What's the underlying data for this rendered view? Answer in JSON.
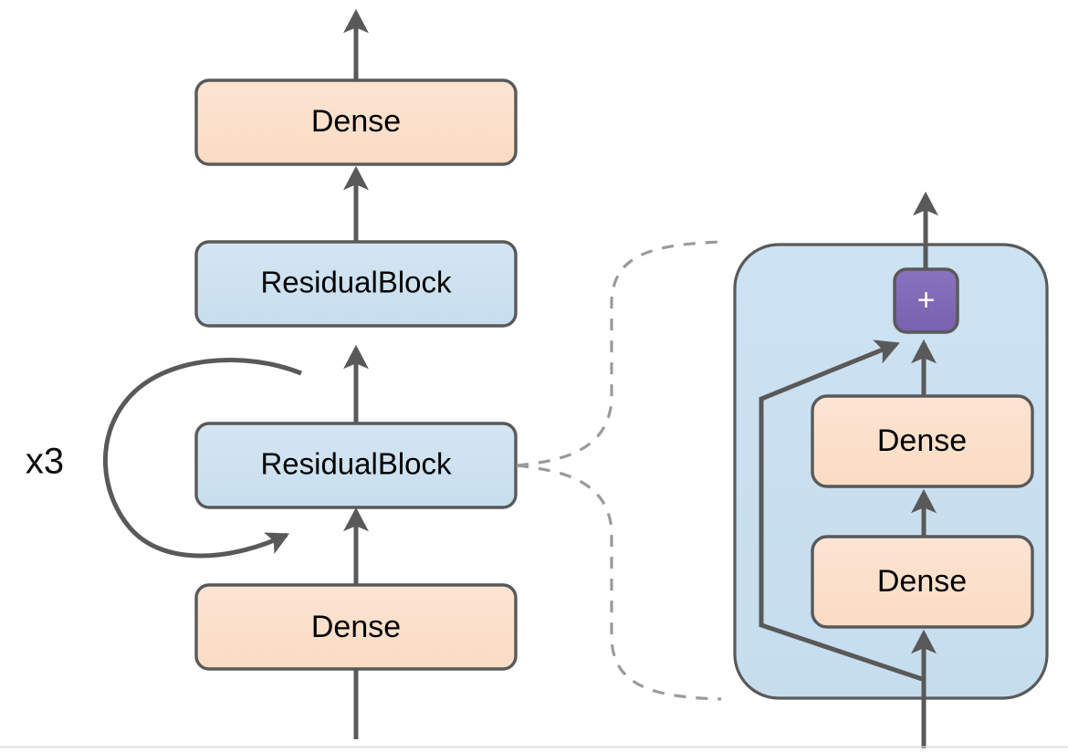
{
  "diagram": {
    "title": "Residual MLP architecture diagram",
    "colors": {
      "dense_fill": "#FBE0CC",
      "residual_fill": "#CFE2F0",
      "panel_fill": "#CAE0F0",
      "add_fill": "#8069B8",
      "stroke": "#595959",
      "dashed": "#9b9b9b",
      "background": "#FFFFFF",
      "text": "#000000",
      "add_text": "#FFFFFF"
    },
    "main_stack": {
      "name": "main-network-stack",
      "nodes": [
        {
          "id": "dense-top",
          "label": "Dense",
          "type": "dense"
        },
        {
          "id": "residual-upper",
          "label": "ResidualBlock",
          "type": "residual"
        },
        {
          "id": "residual-lower",
          "label": "ResidualBlock",
          "type": "residual"
        },
        {
          "id": "dense-bottom",
          "label": "Dense",
          "type": "dense"
        }
      ],
      "repeat_annotation": "x3"
    },
    "detail_panel": {
      "name": "residual-block-detail",
      "label": "",
      "add_node": {
        "id": "add-op",
        "label": "+"
      },
      "nodes": [
        {
          "id": "detail-dense-upper",
          "label": "Dense",
          "type": "dense"
        },
        {
          "id": "detail-dense-lower",
          "label": "Dense",
          "type": "dense"
        }
      ],
      "skip_connection": "identity-skip"
    }
  }
}
